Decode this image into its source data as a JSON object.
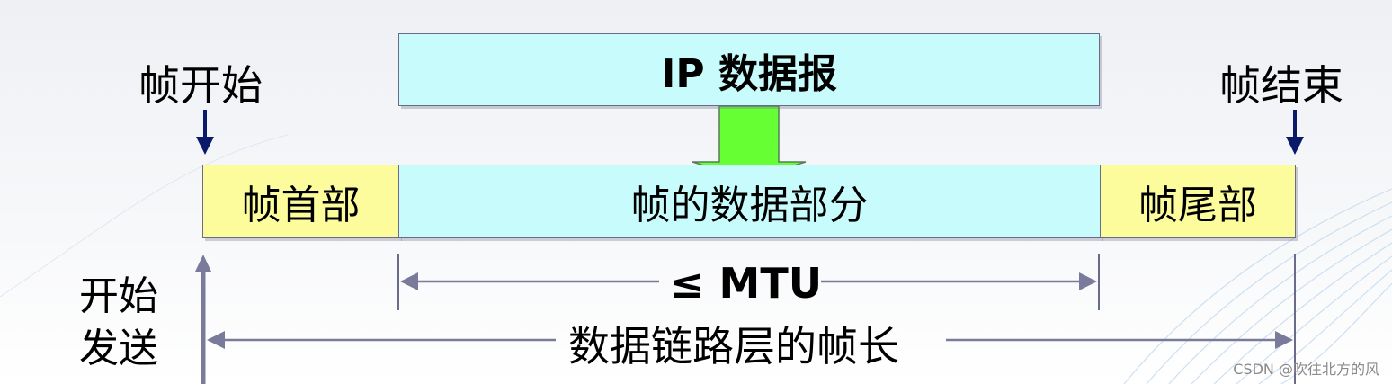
{
  "ip_datagram": "IP 数据报",
  "frame_start": "帧开始",
  "frame_end": "帧结束",
  "frame_header": "帧首部",
  "frame_data": "帧的数据部分",
  "frame_trailer": "帧尾部",
  "mtu_label": "≤ MTU",
  "start_send_line1": "开始",
  "start_send_line2": "发送",
  "frame_length": "数据链路层的帧长",
  "watermark": "CSDN @吹往北方的风",
  "colors": {
    "box_cyan": "#c8fcfc",
    "box_yellow": "#fcfc9c",
    "arrow_green": "#66ff33",
    "arrow_navy": "#0a1a6a"
  }
}
